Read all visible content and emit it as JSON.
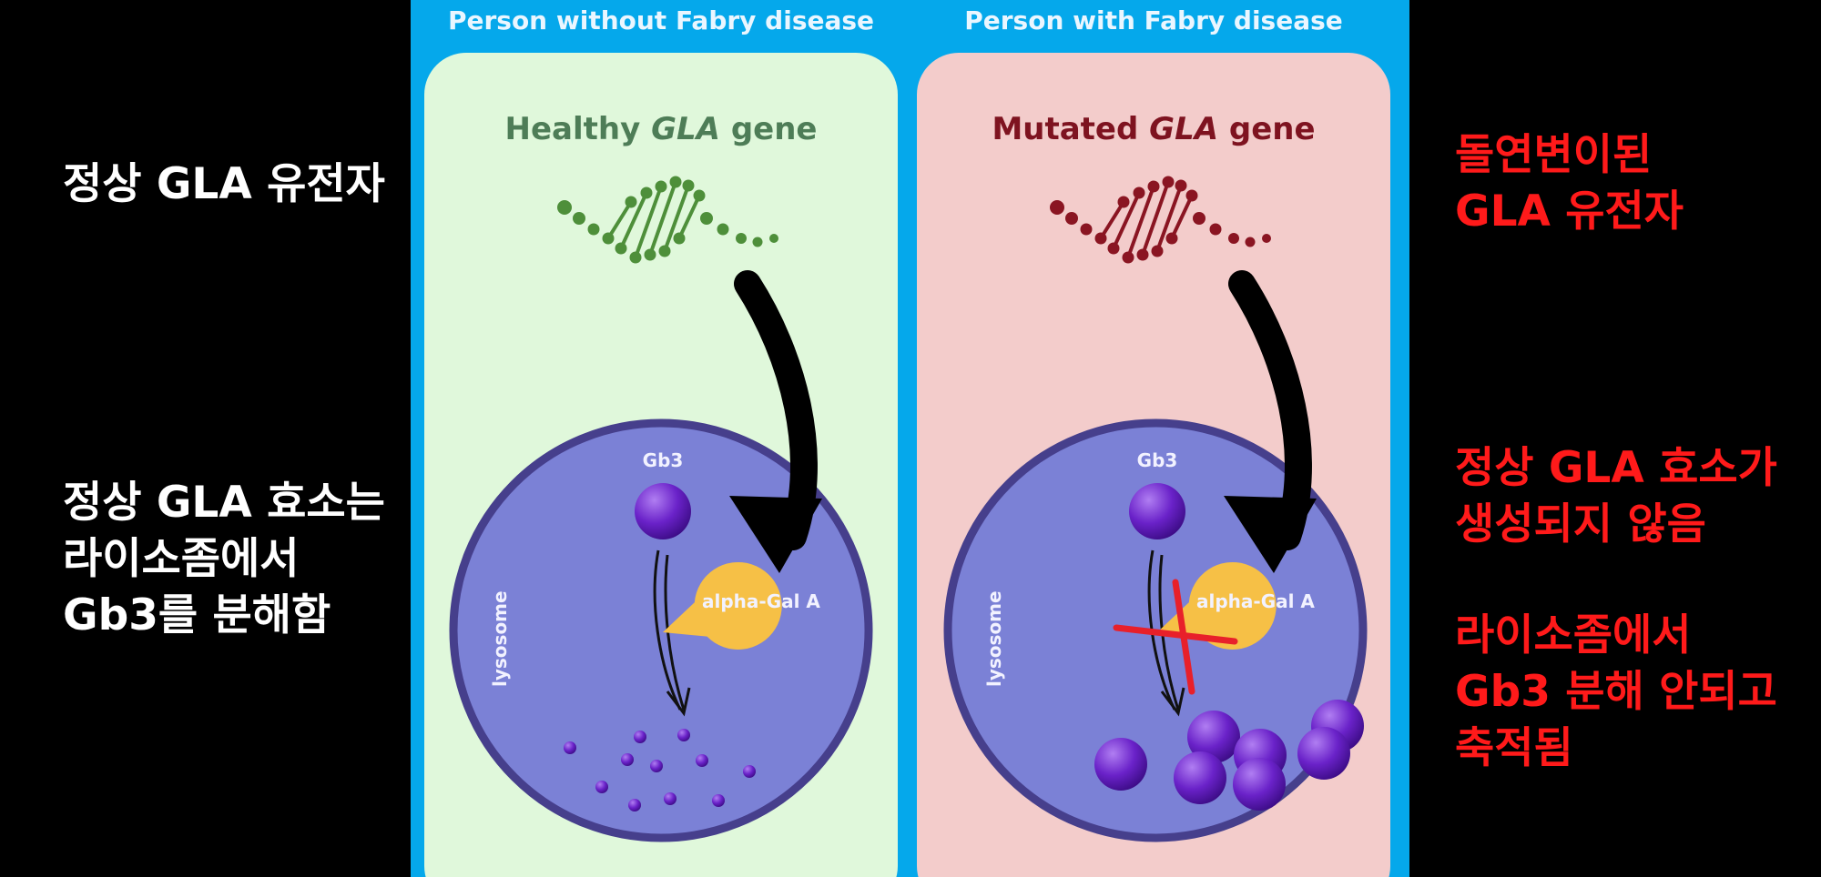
{
  "left_labels": {
    "gene": [
      "정상 GLA 유전자"
    ],
    "enzyme": [
      "정상 GLA 효소는",
      "라이소좀에서",
      "Gb3를 분해함"
    ]
  },
  "right_labels": {
    "gene": [
      "돌연변이된",
      "GLA 유전자"
    ],
    "enzyme": [
      "정상 GLA 효소가",
      "생성되지 않음"
    ],
    "accumulation": [
      "라이소좀에서",
      "Gb3 분해 안되고",
      "축적됨"
    ]
  },
  "panels": {
    "healthy": {
      "heading": "Person without Fabry disease",
      "gene_prefix": "Healthy ",
      "gene_italic": "GLA",
      "gene_suffix": " gene",
      "substrate_label": "Gb3",
      "enzyme_label": "alpha-Gal A",
      "organelle_label": "lysosome"
    },
    "fabry": {
      "heading": "Person with Fabry disease",
      "gene_prefix": "Mutated ",
      "gene_italic": "GLA",
      "gene_suffix": " gene",
      "substrate_label": "Gb3",
      "enzyme_label": "alpha-Gal A",
      "organelle_label": "lysosome"
    }
  },
  "colors": {
    "panel_background": "#05a8eb",
    "healthy_card": "#e0f8db",
    "fabry_card": "#f3cccb",
    "healthy_gene": "#4e8f3a",
    "mutated_gene": "#8a1522",
    "lysosome_fill": "#7b81d6",
    "lysosome_border": "#463f8c",
    "gb3": "#6a22c9",
    "enzyme": "#f6c046",
    "cross": "#e8202a",
    "right_text": "#ff1a1a"
  }
}
